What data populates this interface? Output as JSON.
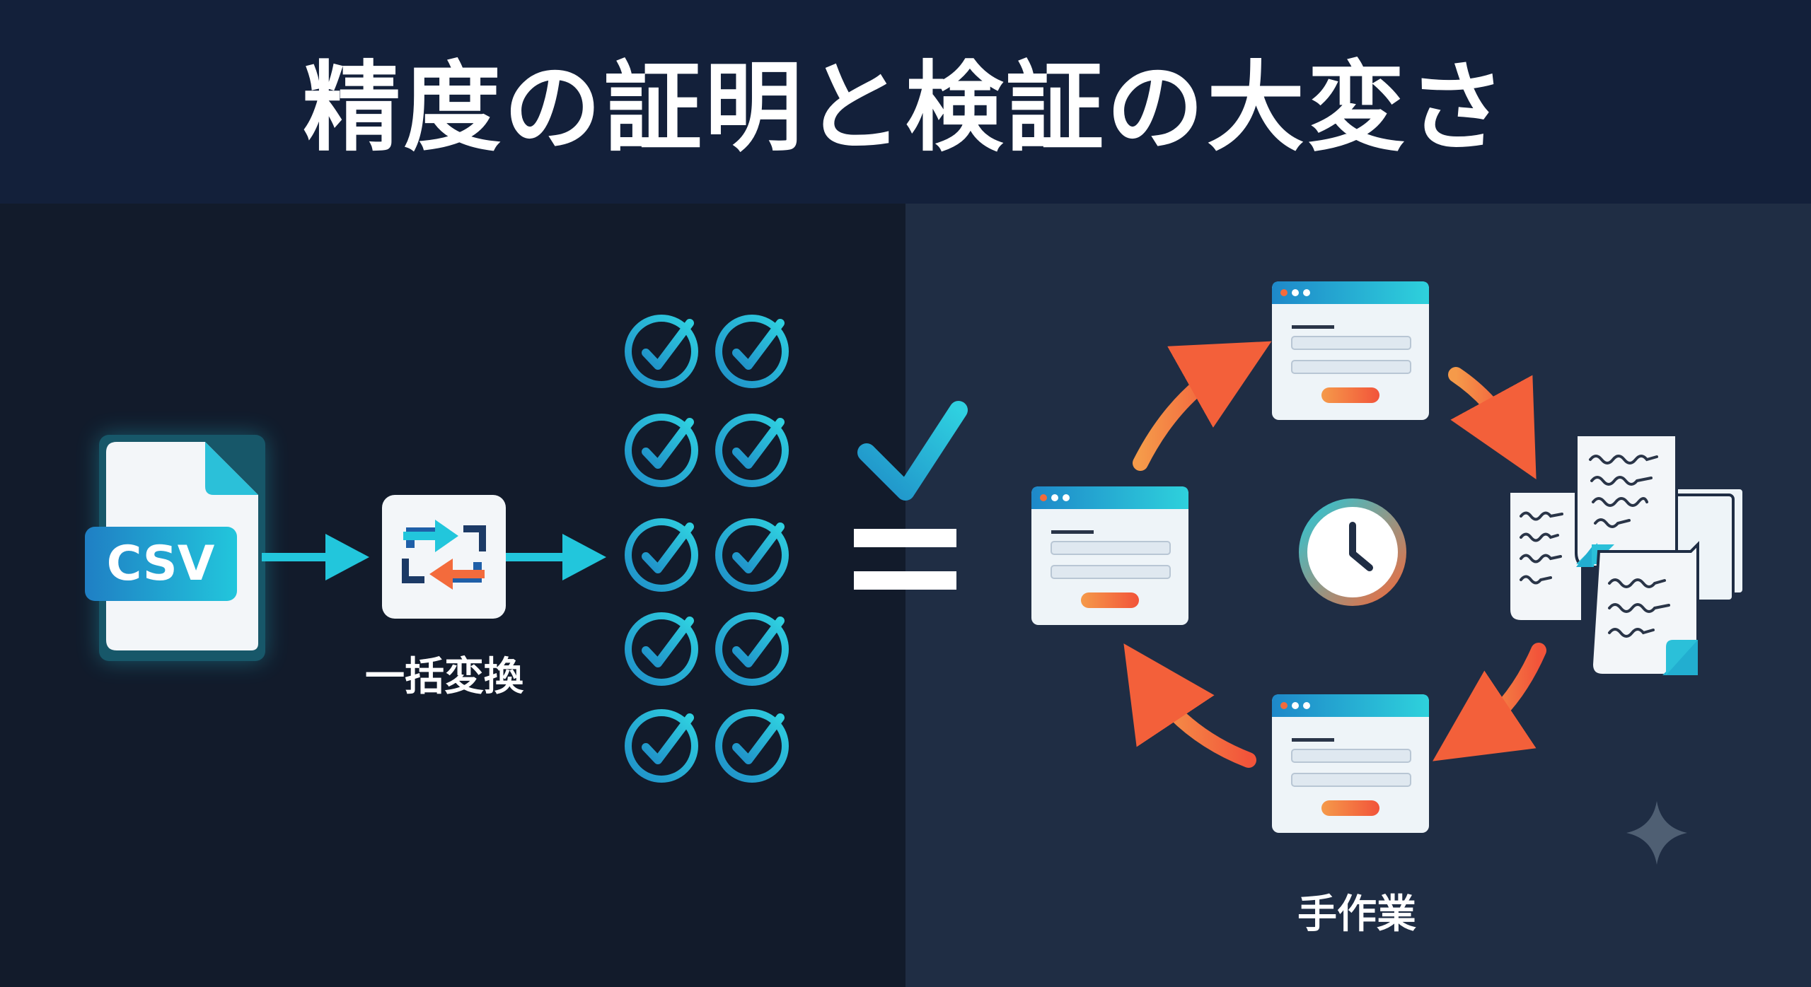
{
  "title": "精度の証明と検証の大変さ",
  "file_badge": "CSV",
  "labels": {
    "batch_convert": "一括変換",
    "manual_work": "手作業"
  },
  "colors": {
    "header_bg": "#13203a",
    "left_panel_bg": "#121b2b",
    "right_panel_bg": "#1f2d44",
    "cyan": "#22c6dc",
    "blue": "#1f7fc4",
    "orange": "#f36b3c",
    "card_bg": "#eef4f8"
  },
  "icons": {
    "file": "csv-file-icon",
    "convert": "convert-arrows-icon",
    "check": "check-circle-icon",
    "big_check": "checkmark-icon",
    "equals": "equals-icon",
    "clock": "clock-icon",
    "form": "form-window-icon",
    "documents": "document-stack-icon",
    "sparkle": "sparkle-icon"
  }
}
